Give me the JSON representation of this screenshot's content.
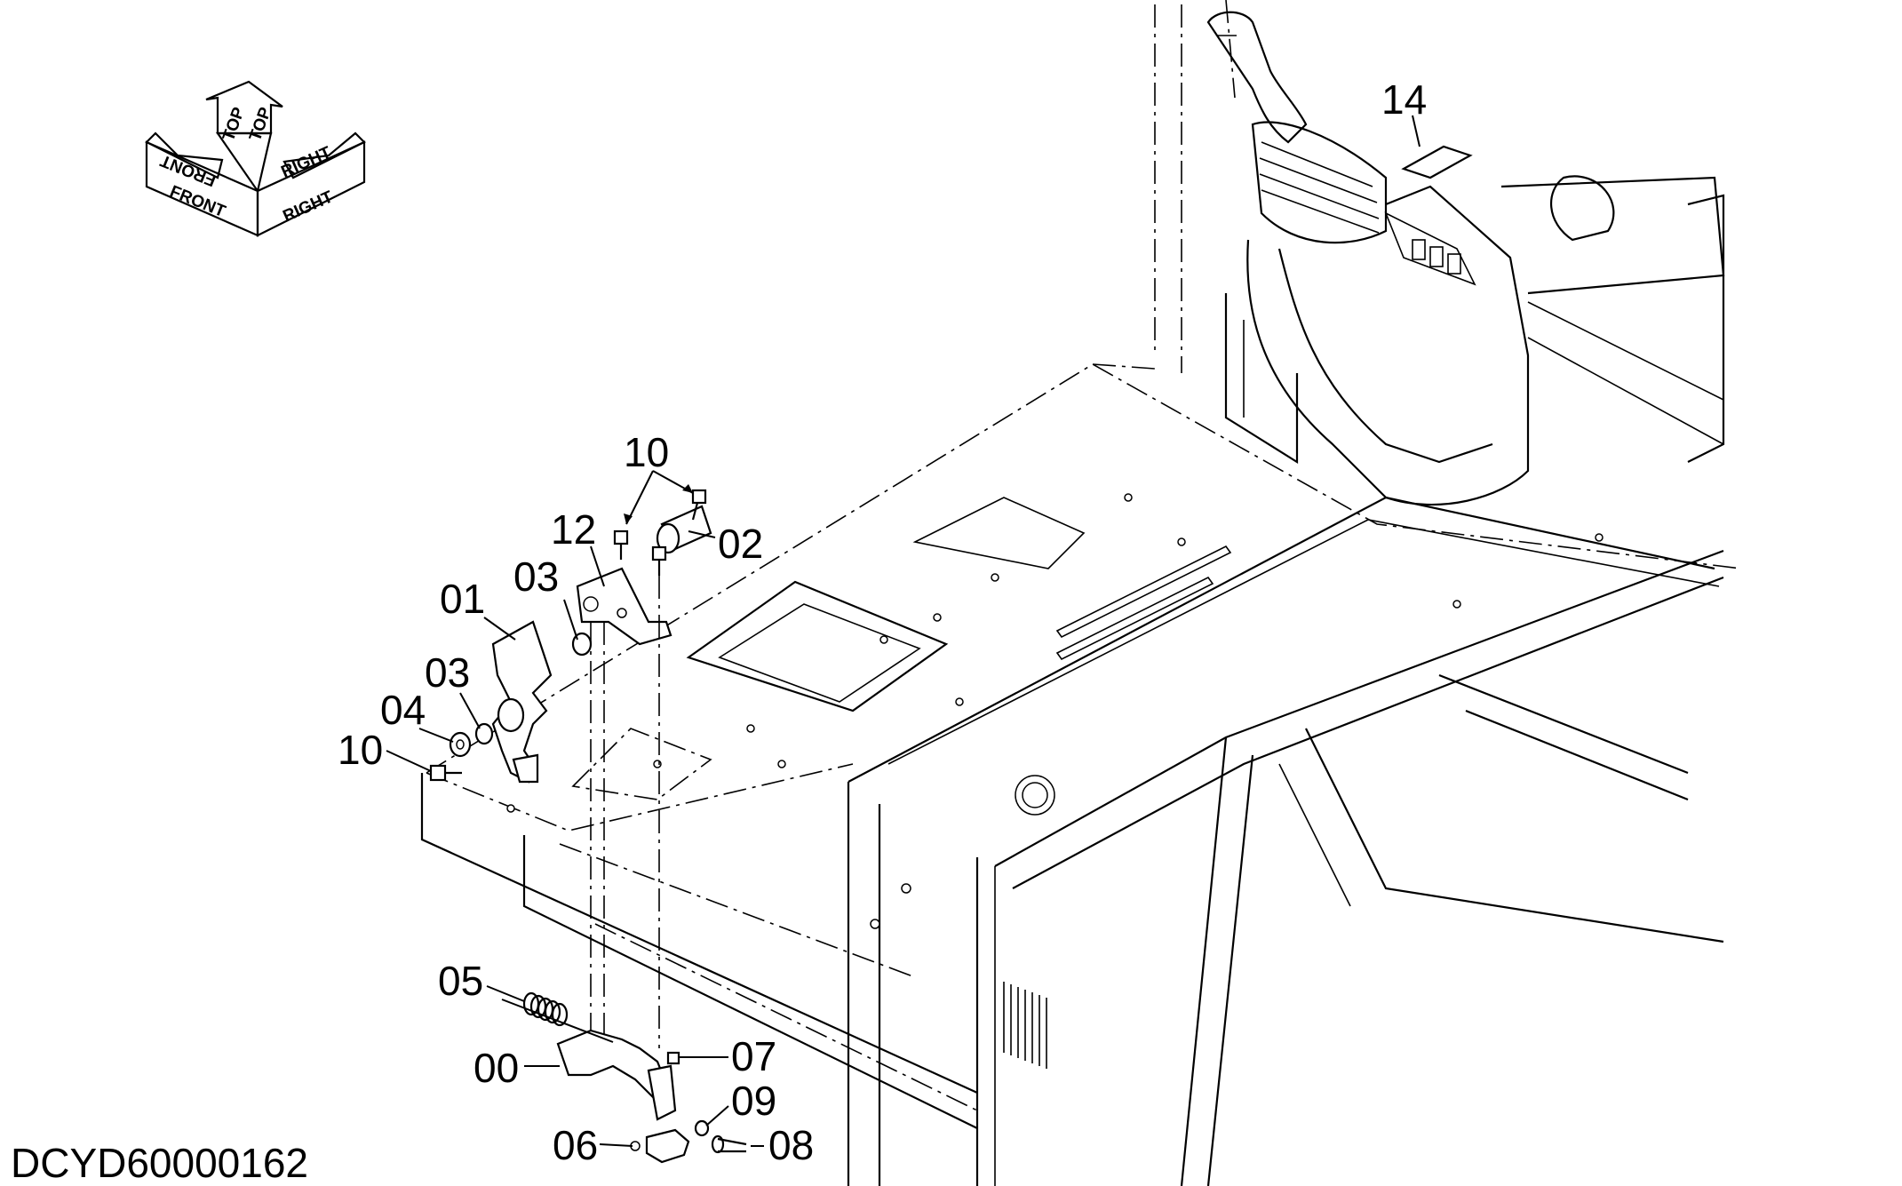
{
  "orientation_indicator": {
    "front_label": "FRONT",
    "top_label": "TOP",
    "right_label": "RIGHT"
  },
  "callouts": {
    "c00": "00",
    "c01": "01",
    "c02": "02",
    "c03a": "03",
    "c03b": "03",
    "c04": "04",
    "c05": "05",
    "c06": "06",
    "c07": "07",
    "c08": "08",
    "c09": "09",
    "c10a": "10",
    "c10b": "10",
    "c12": "12",
    "c14": "14"
  },
  "drawing_id": "DCYD60000162"
}
